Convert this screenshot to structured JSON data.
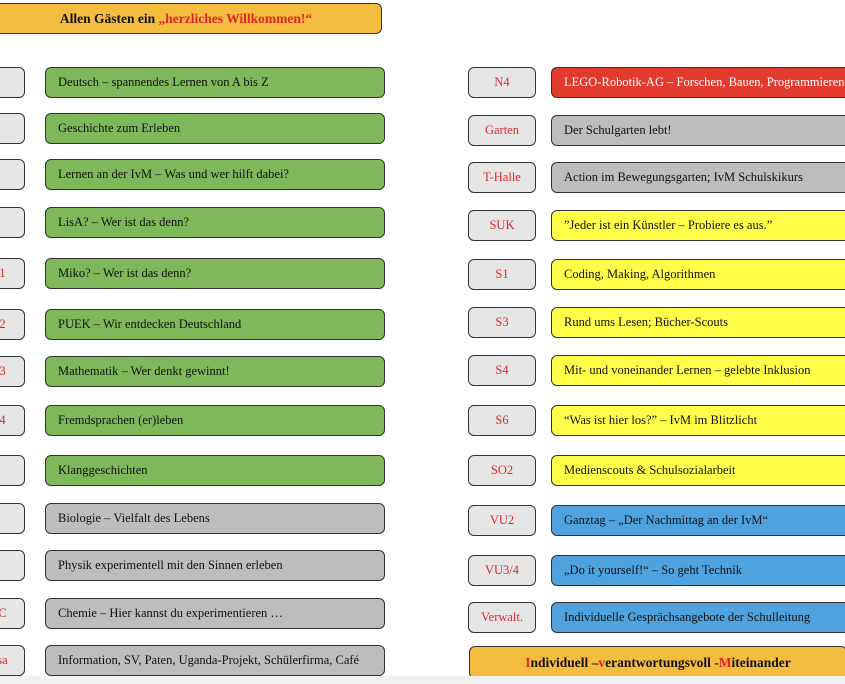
{
  "header": {
    "prefix": "Allen Gästen ein ",
    "highlight": "„herzliches Willkommen!“"
  },
  "left_rows": [
    {
      "room": "",
      "label": "Deutsch – spannendes Lernen von A bis Z",
      "color": "green"
    },
    {
      "room": "",
      "label": "Geschichte zum Erleben",
      "color": "green"
    },
    {
      "room": "",
      "label": "Lernen an der IvM – Was und wer hilft dabei?",
      "color": "green"
    },
    {
      "room": "",
      "label": "LisA? – Wer ist das denn?",
      "color": "green"
    },
    {
      "room": "1",
      "label": "Miko? – Wer ist das denn?",
      "color": "green"
    },
    {
      "room": "2",
      "label": "PUEK – Wir entdecken Deutschland",
      "color": "green"
    },
    {
      "room": "3",
      "label": "Mathematik – Wer denkt gewinnt!",
      "color": "green"
    },
    {
      "room": "4",
      "label": "Fremdsprachen (er)leben",
      "color": "green"
    },
    {
      "room": "",
      "label": "Klanggeschichten",
      "color": "green"
    },
    {
      "room": "",
      "label": "Biologie – Vielfalt des Lebens",
      "color": "gray"
    },
    {
      "room": "",
      "label": "Physik experimentell mit den Sinnen erleben",
      "color": "gray"
    },
    {
      "room": "C",
      "label": "Chemie – Hier kannst du experimentieren …",
      "color": "gray"
    },
    {
      "room": "sa",
      "label": "Information, SV, Paten, Uganda-Projekt, Schülerfirma, Café",
      "color": "gray"
    }
  ],
  "right_rows": [
    {
      "room": "N4",
      "label": "LEGO-Robotik-AG – Forschen, Bauen, Programmieren",
      "color": "red"
    },
    {
      "room": "Garten",
      "label": "Der Schulgarten lebt!",
      "color": "gray"
    },
    {
      "room": "T-Halle",
      "label": "Action im Bewegungsgarten; IvM Schulskikurs",
      "color": "gray"
    },
    {
      "room": "SUK",
      "label": "”Jeder ist ein Künstler – Probiere es aus.”",
      "color": "yellow"
    },
    {
      "room": "S1",
      "label": "Coding, Making, Algorithmen",
      "color": "yellow"
    },
    {
      "room": "S3",
      "label": "Rund ums Lesen; Bücher-Scouts",
      "color": "yellow"
    },
    {
      "room": "S4",
      "label": "Mit- und voneinander Lernen – gelebte Inklusion",
      "color": "yellow"
    },
    {
      "room": "S6",
      "label": "“Was ist hier los?” – IvM im Blitzlicht",
      "color": "yellow"
    },
    {
      "room": "SO2",
      "label": "Medienscouts & Schulsozialarbeit",
      "color": "yellow"
    },
    {
      "room": "VU2",
      "label": "Ganztag – „Der Nachmittag an der IvM“",
      "color": "blue"
    },
    {
      "room": "VU3/4",
      "label": "„Do it yourself!“ – So geht Technik",
      "color": "blue"
    },
    {
      "room": "Verwalt.",
      "label": "Individuelle Gesprächsangebote der Schulleitung",
      "color": "blue"
    }
  ],
  "footer": {
    "i1": "I",
    "w1": "ndividuell – ",
    "i2": "v",
    "w2": "erantwortungsvoll - ",
    "i3": "M",
    "w3": "iteinander"
  },
  "colors": {
    "green": "#7fb85a",
    "gray": "#bdbdbd",
    "red": "#e23b2e",
    "yellow": "#ffff4a",
    "blue": "#4ea3de",
    "orange": "#f5bd40",
    "room_text": "#e0262a"
  }
}
